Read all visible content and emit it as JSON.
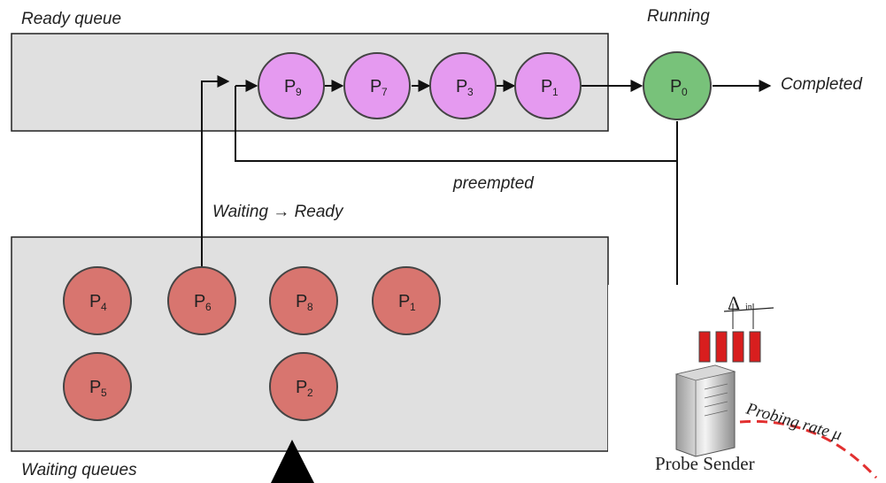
{
  "labels": {
    "ready_queue": "Ready queue",
    "running": "Running",
    "completed": "Completed",
    "preempted": "preempted",
    "waiting_ready": "Waiting → Ready",
    "waiting_queues": "Waiting queues"
  },
  "ready_processes": [
    {
      "letter": "P",
      "sub": "9"
    },
    {
      "letter": "P",
      "sub": "7"
    },
    {
      "letter": "P",
      "sub": "3"
    },
    {
      "letter": "P",
      "sub": "1"
    }
  ],
  "running_process": {
    "letter": "P",
    "sub": "0"
  },
  "waiting_processes": [
    {
      "letter": "P",
      "sub": "4"
    },
    {
      "letter": "P",
      "sub": "6"
    },
    {
      "letter": "P",
      "sub": "8"
    },
    {
      "letter": "P",
      "sub": "1"
    },
    {
      "letter": "P",
      "sub": "5"
    },
    {
      "letter": "P",
      "sub": "2"
    }
  ],
  "inset": {
    "delta_label": "Δ",
    "delta_sub": "in",
    "probing_rate": "Probing rate μ",
    "probe_sender": "Probe Sender"
  },
  "colors": {
    "queue_box": "#e0e0e0",
    "ready_node": "#e59af0",
    "running_node": "#78c27a",
    "waiting_node": "#d8756f",
    "probe_bar": "#d81e1e",
    "rate_curve": "#e23030"
  }
}
